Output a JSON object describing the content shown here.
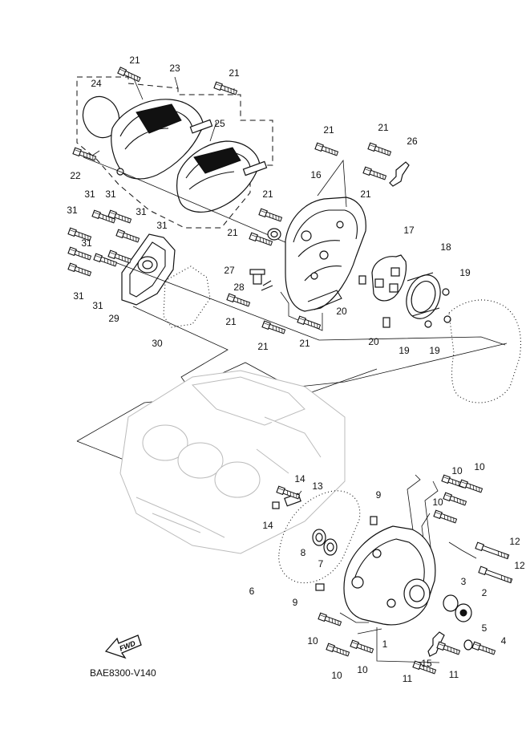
{
  "diagram": {
    "code": "BAE8300-V140",
    "fwd_label": "FWD",
    "callouts": [
      {
        "id": "c-21a",
        "text": "21"
      },
      {
        "id": "c-23",
        "text": "23"
      },
      {
        "id": "c-24",
        "text": "24"
      },
      {
        "id": "c-21b",
        "text": "21"
      },
      {
        "id": "c-25",
        "text": "25"
      },
      {
        "id": "c-22",
        "text": "22"
      },
      {
        "id": "c-21c",
        "text": "21"
      },
      {
        "id": "c-21d",
        "text": "21"
      },
      {
        "id": "c-26",
        "text": "26"
      },
      {
        "id": "c-21e",
        "text": "21"
      },
      {
        "id": "c-16",
        "text": "16"
      },
      {
        "id": "c-21f",
        "text": "21"
      },
      {
        "id": "c-21g",
        "text": "21"
      },
      {
        "id": "c-17",
        "text": "17"
      },
      {
        "id": "c-18",
        "text": "18"
      },
      {
        "id": "c-19a",
        "text": "19"
      },
      {
        "id": "c-31a",
        "text": "31"
      },
      {
        "id": "c-31b",
        "text": "31"
      },
      {
        "id": "c-31c",
        "text": "31"
      },
      {
        "id": "c-31d",
        "text": "31"
      },
      {
        "id": "c-31e",
        "text": "31"
      },
      {
        "id": "c-31f",
        "text": "31"
      },
      {
        "id": "c-31g",
        "text": "31"
      },
      {
        "id": "c-31h",
        "text": "31"
      },
      {
        "id": "c-29",
        "text": "29"
      },
      {
        "id": "c-27",
        "text": "27"
      },
      {
        "id": "c-28",
        "text": "28"
      },
      {
        "id": "c-21h",
        "text": "21"
      },
      {
        "id": "c-20a",
        "text": "20"
      },
      {
        "id": "c-30",
        "text": "30"
      },
      {
        "id": "c-21i",
        "text": "21"
      },
      {
        "id": "c-21j",
        "text": "21"
      },
      {
        "id": "c-20b",
        "text": "20"
      },
      {
        "id": "c-19b",
        "text": "19"
      },
      {
        "id": "c-19c",
        "text": "19"
      },
      {
        "id": "c-10a",
        "text": "10"
      },
      {
        "id": "c-10b",
        "text": "10"
      },
      {
        "id": "c-14a",
        "text": "14"
      },
      {
        "id": "c-13",
        "text": "13"
      },
      {
        "id": "c-9a",
        "text": "9"
      },
      {
        "id": "c-10c",
        "text": "10"
      },
      {
        "id": "c-14b",
        "text": "14"
      },
      {
        "id": "c-8",
        "text": "8"
      },
      {
        "id": "c-7",
        "text": "7"
      },
      {
        "id": "c-12a",
        "text": "12"
      },
      {
        "id": "c-12b",
        "text": "12"
      },
      {
        "id": "c-6",
        "text": "6"
      },
      {
        "id": "c-3",
        "text": "3"
      },
      {
        "id": "c-2",
        "text": "2"
      },
      {
        "id": "c-9b",
        "text": "9"
      },
      {
        "id": "c-5",
        "text": "5"
      },
      {
        "id": "c-4",
        "text": "4"
      },
      {
        "id": "c-10d",
        "text": "10"
      },
      {
        "id": "c-1",
        "text": "1"
      },
      {
        "id": "c-10e",
        "text": "10"
      },
      {
        "id": "c-15",
        "text": "15"
      },
      {
        "id": "c-10f",
        "text": "10"
      },
      {
        "id": "c-11a",
        "text": "11"
      },
      {
        "id": "c-11b",
        "text": "11"
      }
    ]
  }
}
